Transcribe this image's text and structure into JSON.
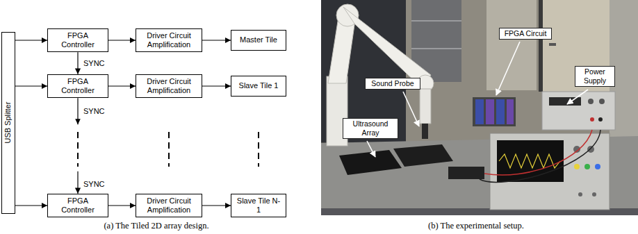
{
  "diagram": {
    "nodes": [
      {
        "text": [
          "USB Splitter"
        ]
      },
      {
        "text": [
          "FPGA Controller"
        ]
      },
      {
        "text": [
          "Driver Circuit Amplification"
        ]
      },
      {
        "text": [
          "Master Tile"
        ]
      },
      {
        "text": [
          "FPGA Controller"
        ]
      },
      {
        "text": [
          "Driver Circuit Amplification"
        ]
      },
      {
        "text": [
          "Slave Tile 1"
        ]
      },
      {
        "text": [
          "FPGA Controller"
        ]
      },
      {
        "text": [
          "Driver Circuit Amplification"
        ]
      },
      {
        "text": [
          "Slave Tile N-1"
        ]
      },
      {
        "text": [
          "FPGA Circuit"
        ]
      },
      {
        "text": [
          "Power Supply"
        ]
      },
      {
        "text": [
          "Sound Probe"
        ]
      },
      {
        "text": [
          "Ultrasound Array"
        ]
      }
    ],
    "edges": [
      {
        "from": 0,
        "to": 1,
        "arrow": "to"
      },
      {
        "from": 0,
        "to": 4,
        "arrow": "to"
      },
      {
        "from": 0,
        "to": 7,
        "arrow": "to"
      },
      {
        "from": 1,
        "to": 2,
        "arrow": "to"
      },
      {
        "from": 2,
        "to": 3,
        "arrow": "to"
      },
      {
        "from": 4,
        "to": 5,
        "arrow": "to"
      },
      {
        "from": 5,
        "to": 6,
        "arrow": "to"
      },
      {
        "from": 7,
        "to": 8,
        "arrow": "to"
      },
      {
        "from": 8,
        "to": 9,
        "arrow": "to"
      },
      {
        "from": 1,
        "to": 4,
        "label": "SYNC",
        "arrow": "to"
      },
      {
        "from": 4,
        "to": 7,
        "label": "SYNC",
        "arrow": "to"
      }
    ],
    "labels": [
      "SYNC",
      "(a) The Tiled 2D array design.",
      "(b) The experimental setup."
    ]
  }
}
